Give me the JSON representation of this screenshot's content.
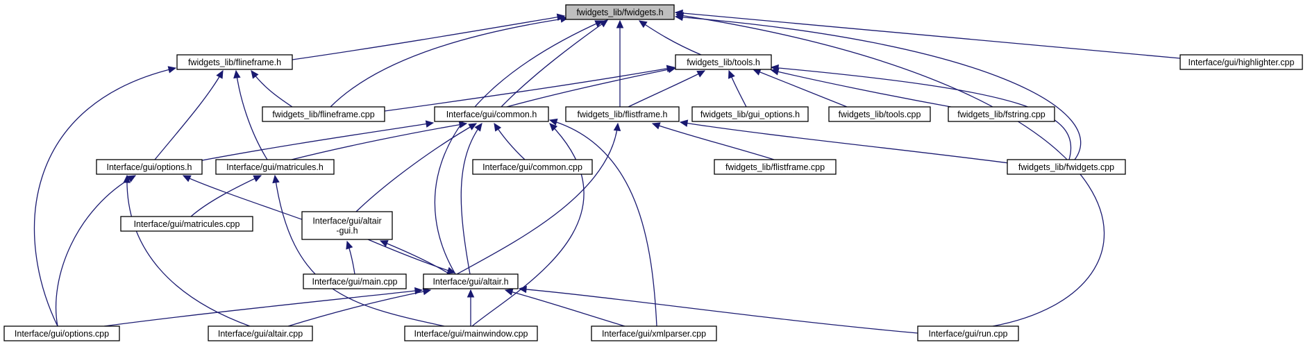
{
  "graph": {
    "colors": {
      "edge": "#191970",
      "node_fill": "#ffffff",
      "root_fill": "#bfbfbf",
      "border": "#000000"
    },
    "nodes": {
      "fwidgets_h": {
        "lines": [
          "fwidgets_lib/fwidgets.h"
        ],
        "root": true
      },
      "flineframe_h": {
        "lines": [
          "fwidgets_lib/flineframe.h"
        ]
      },
      "tools_h": {
        "lines": [
          "fwidgets_lib/tools.h"
        ]
      },
      "highlighter_cpp": {
        "lines": [
          "Interface/gui/highlighter.cpp"
        ]
      },
      "flineframe_cpp": {
        "lines": [
          "fwidgets_lib/flineframe.cpp"
        ]
      },
      "common_h": {
        "lines": [
          "Interface/gui/common.h"
        ]
      },
      "flistframe_h": {
        "lines": [
          "fwidgets_lib/flistframe.h"
        ]
      },
      "gui_options_h": {
        "lines": [
          "fwidgets_lib/gui_options.h"
        ]
      },
      "tools_cpp": {
        "lines": [
          "fwidgets_lib/tools.cpp"
        ]
      },
      "fstring_cpp": {
        "lines": [
          "fwidgets_lib/fstring.cpp"
        ]
      },
      "options_h": {
        "lines": [
          "Interface/gui/options.h"
        ]
      },
      "matricules_h": {
        "lines": [
          "Interface/gui/matricules.h"
        ]
      },
      "common_cpp": {
        "lines": [
          "Interface/gui/common.cpp"
        ]
      },
      "flistframe_cpp": {
        "lines": [
          "fwidgets_lib/flistframe.cpp"
        ]
      },
      "fwidgets_cpp": {
        "lines": [
          "fwidgets_lib/fwidgets.cpp"
        ]
      },
      "matricules_cpp": {
        "lines": [
          "Interface/gui/matricules.cpp"
        ]
      },
      "altair_gui_h": {
        "lines": [
          "Interface/gui/altair",
          "-gui.h"
        ]
      },
      "main_cpp": {
        "lines": [
          "Interface/gui/main.cpp"
        ]
      },
      "altair_h": {
        "lines": [
          "Interface/gui/altair.h"
        ]
      },
      "options_cpp": {
        "lines": [
          "Interface/gui/options.cpp"
        ]
      },
      "altair_cpp": {
        "lines": [
          "Interface/gui/altair.cpp"
        ]
      },
      "mainwindow_cpp": {
        "lines": [
          "Interface/gui/mainwindow.cpp"
        ]
      },
      "xmlparser_cpp": {
        "lines": [
          "Interface/gui/xmlparser.cpp"
        ]
      },
      "run_cpp": {
        "lines": [
          "Interface/gui/run.cpp"
        ]
      }
    },
    "edges": [
      [
        "flineframe_h",
        "fwidgets_h"
      ],
      [
        "flineframe_cpp",
        "fwidgets_h"
      ],
      [
        "altair_h",
        "fwidgets_h"
      ],
      [
        "common_h",
        "fwidgets_h"
      ],
      [
        "flistframe_h",
        "fwidgets_h"
      ],
      [
        "tools_h",
        "fwidgets_h"
      ],
      [
        "fwidgets_cpp",
        "fwidgets_h"
      ],
      [
        "run_cpp",
        "fwidgets_h"
      ],
      [
        "highlighter_cpp",
        "fwidgets_h"
      ],
      [
        "flineframe_cpp",
        "flineframe_h"
      ],
      [
        "options_h",
        "flineframe_h"
      ],
      [
        "matricules_h",
        "flineframe_h"
      ],
      [
        "options_cpp",
        "flineframe_h"
      ],
      [
        "flineframe_cpp",
        "tools_h"
      ],
      [
        "common_h",
        "tools_h"
      ],
      [
        "flistframe_h",
        "tools_h"
      ],
      [
        "gui_options_h",
        "tools_h"
      ],
      [
        "tools_cpp",
        "tools_h"
      ],
      [
        "fstring_cpp",
        "tools_h"
      ],
      [
        "fwidgets_cpp",
        "tools_h"
      ],
      [
        "options_h",
        "common_h"
      ],
      [
        "matricules_h",
        "common_h"
      ],
      [
        "common_cpp",
        "common_h"
      ],
      [
        "altair_gui_h",
        "common_h"
      ],
      [
        "altair_h",
        "common_h"
      ],
      [
        "mainwindow_cpp",
        "common_h"
      ],
      [
        "xmlparser_cpp",
        "common_h"
      ],
      [
        "flistframe_cpp",
        "flistframe_h"
      ],
      [
        "fwidgets_cpp",
        "flistframe_h"
      ],
      [
        "altair_h",
        "flistframe_h"
      ],
      [
        "altair_gui_h",
        "options_h"
      ],
      [
        "options_cpp",
        "options_h"
      ],
      [
        "altair_cpp",
        "options_h"
      ],
      [
        "matricules_cpp",
        "matricules_h"
      ],
      [
        "mainwindow_cpp",
        "matricules_h"
      ],
      [
        "main_cpp",
        "altair_gui_h"
      ],
      [
        "altair_h",
        "altair_gui_h"
      ],
      [
        "altair_gui_h",
        "altair_h"
      ],
      [
        "options_cpp",
        "altair_h"
      ],
      [
        "altair_cpp",
        "altair_h"
      ],
      [
        "mainwindow_cpp",
        "altair_h"
      ],
      [
        "xmlparser_cpp",
        "altair_h"
      ],
      [
        "run_cpp",
        "altair_h"
      ]
    ]
  }
}
